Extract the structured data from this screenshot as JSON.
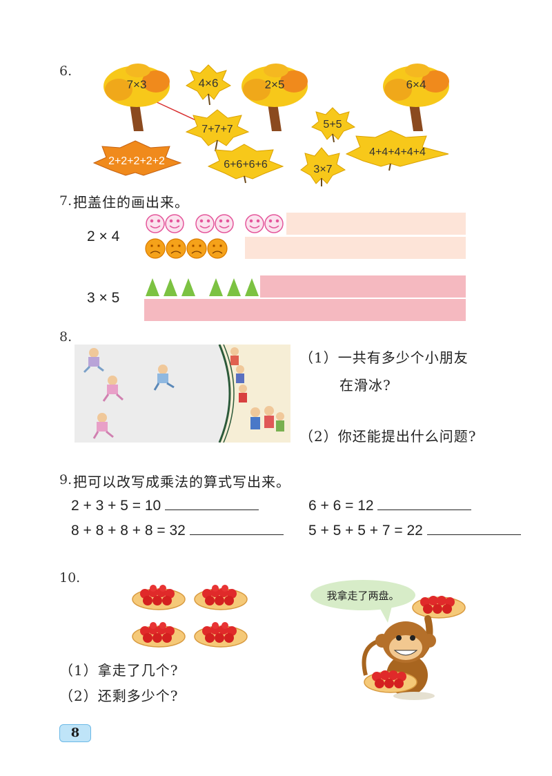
{
  "q6": {
    "number": "6.",
    "trees": [
      "7×3",
      "2×5",
      "6×4"
    ],
    "leaves": [
      "4×6",
      "7+7+7",
      "5+5",
      "2+2+2+2+2",
      "6+6+6+6",
      "3×7",
      "4+4+4+4+4"
    ]
  },
  "q7": {
    "number": "7.",
    "prompt": "把盖住的画出来。",
    "row1_label": "2 × 4",
    "row2_label": "3 × 5"
  },
  "q8": {
    "number": "8.",
    "item1_line1": "（1）一共有多少个小朋友",
    "item1_line2": "在滑冰?",
    "item2": "（2）你还能提出什么问题?"
  },
  "q9": {
    "number": "9.",
    "prompt": "把可以改写成乘法的算式写出来。",
    "exprs": [
      "2 + 3 + 5 = 10",
      "6 + 6 = 12",
      "8 + 8 + 8 + 8 = 32",
      "5 + 5 + 5 + 7 = 22"
    ]
  },
  "q10": {
    "number": "10.",
    "speech": "我拿走了两盘。",
    "item1": "（1）拿走了几个?",
    "item2": "（2）还剩多少个?"
  },
  "page_number": "8",
  "colors": {
    "leaf_yellow": "#f7c81a",
    "leaf_orange": "#f08a1c",
    "smile_pink": "#f3a6c8",
    "sad_orange": "#f5a21a",
    "triangle_green": "#7cc242",
    "cover_smile": "#fde4d8",
    "cover_triangle": "#f5b9c0",
    "tomato_red": "#e02a2a",
    "page_badge": "#bfe4f8"
  }
}
